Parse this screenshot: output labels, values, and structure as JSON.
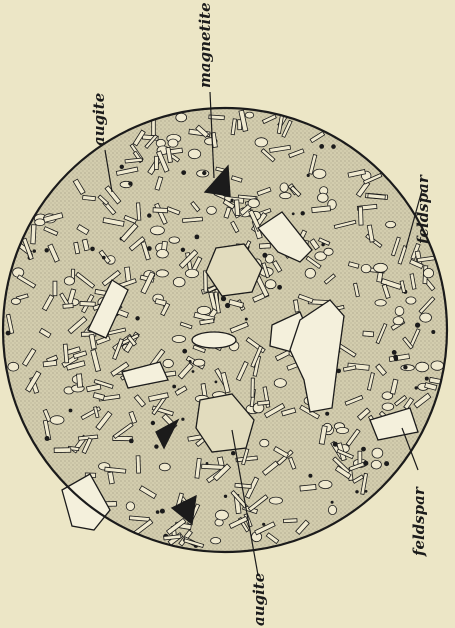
{
  "figure": {
    "description_labels": {
      "augite_top": "augite",
      "magnetite": "magnetite",
      "feldspar_top": "feldspar",
      "feldspar_bottom": "feldspar",
      "augite_bottom": "augite"
    }
  },
  "colors": {
    "paper": "#ece6c6",
    "groundmass": "#c9c3a3",
    "ink": "#1b1b1b",
    "crystal_fill": "#f4f0dc"
  }
}
